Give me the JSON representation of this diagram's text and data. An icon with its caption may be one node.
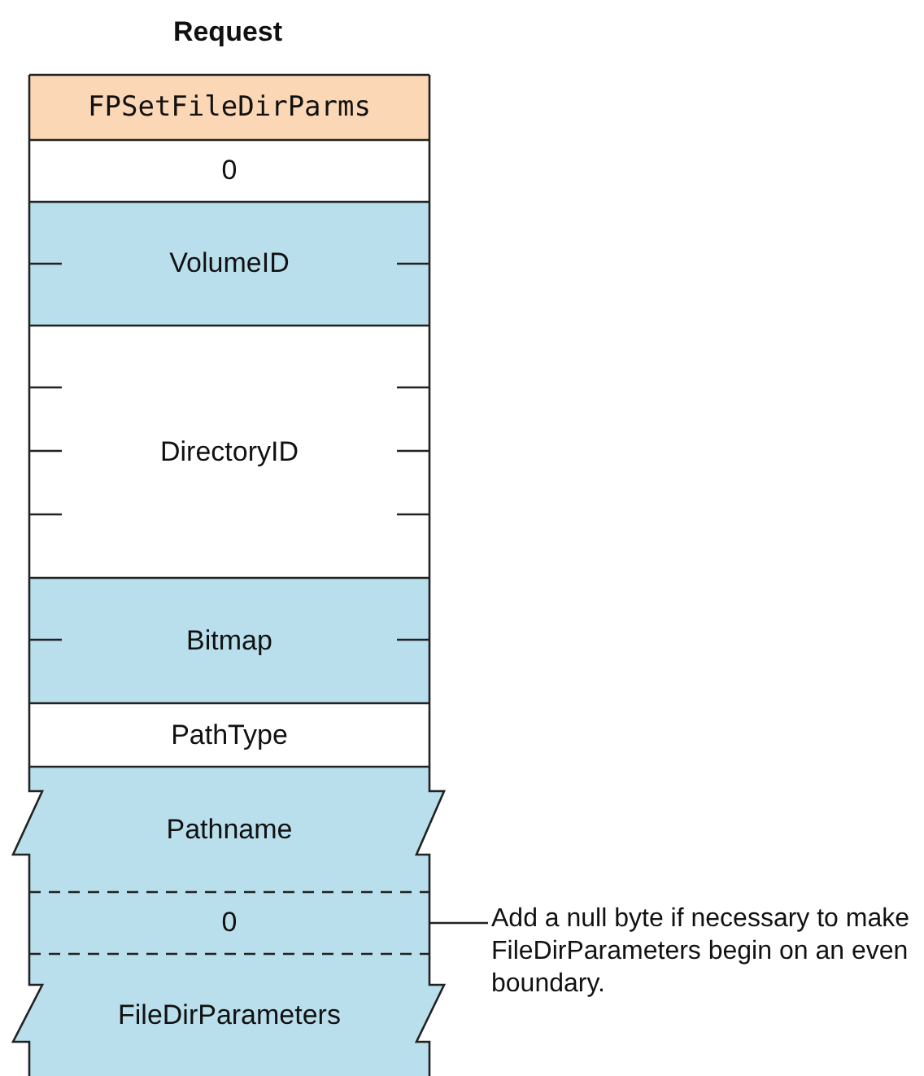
{
  "diagram": {
    "title": "Request",
    "nodes": [
      {
        "text": [
          "FPSetFileDirParms"
        ]
      },
      {
        "text": [
          "0"
        ]
      },
      {
        "text": [
          "VolumeID"
        ]
      },
      {
        "text": [
          "DirectoryID"
        ]
      },
      {
        "text": [
          "Bitmap"
        ]
      },
      {
        "text": [
          "PathType"
        ]
      },
      {
        "text": [
          "Pathname"
        ]
      },
      {
        "text": [
          "0"
        ]
      },
      {
        "text": [
          "FileDirParameters"
        ]
      },
      {
        "text": [
          "Add a null byte if necessary to make FileDirParameters begin on an even boundary."
        ]
      }
    ],
    "edges": [
      {
        "from": 9,
        "to": 7,
        "arrow": "none"
      }
    ]
  }
}
